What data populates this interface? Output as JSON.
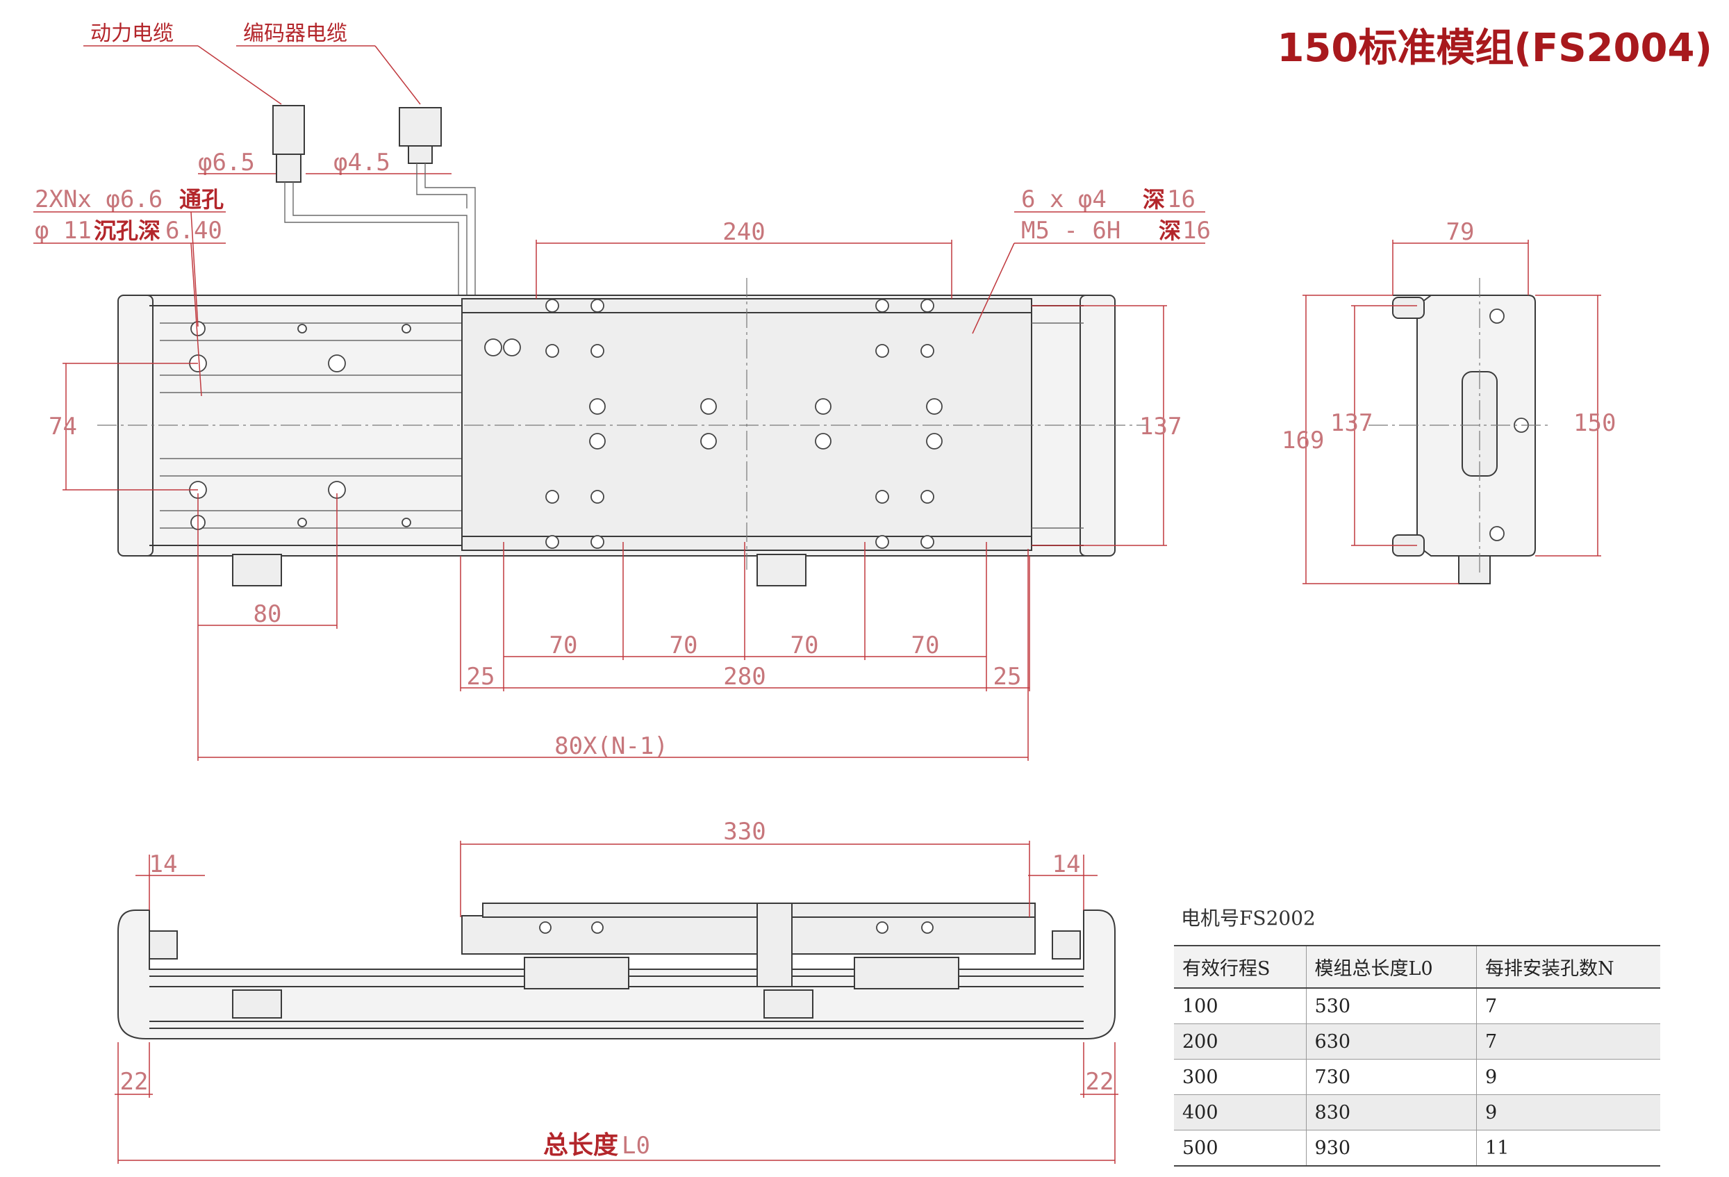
{
  "title": "150标准模组(FS2004)",
  "cables": {
    "power": "动力电缆",
    "encoder": "编码器电缆",
    "d1": "φ6.5",
    "d2": "φ4.5"
  },
  "top_view": {
    "hole_note_1": "2XNx φ6.6",
    "hole_note_1_suffix": "通孔",
    "hole_note_2_prefix": "φ 11",
    "hole_note_2_mid": "沉孔深",
    "hole_note_2_suffix": "6.40",
    "tap_note_1": "6 x φ4",
    "tap_note_1_mid": "深",
    "tap_note_1_val": "16",
    "tap_note_2": "M5 - 6H",
    "tap_note_2_mid": "深",
    "tap_note_2_val": "16",
    "dim_240": "240",
    "dim_74": "74",
    "dim_137": "137",
    "dim_80": "80",
    "dim_70a": "70",
    "dim_70b": "70",
    "dim_70c": "70",
    "dim_70d": "70",
    "dim_25a": "25",
    "dim_280": "280",
    "dim_25b": "25",
    "dim_pitch": "80X(N-1)"
  },
  "side_view": {
    "dim_79": "79",
    "dim_169": "169",
    "dim_137": "137",
    "dim_150": "150"
  },
  "front_view": {
    "dim_330": "330",
    "dim_14a": "14",
    "dim_14b": "14",
    "dim_22a": "22",
    "dim_22b": "22",
    "total_label": "总长度",
    "total_suffix": "L0"
  },
  "spec_table": {
    "motor": "电机号FS2002",
    "headers": [
      "有效行程S",
      "模组总长度L0",
      "每排安装孔数N"
    ],
    "rows": [
      [
        "100",
        "530",
        "7"
      ],
      [
        "200",
        "630",
        "7"
      ],
      [
        "300",
        "730",
        "9"
      ],
      [
        "400",
        "830",
        "9"
      ],
      [
        "500",
        "930",
        "11"
      ]
    ]
  }
}
